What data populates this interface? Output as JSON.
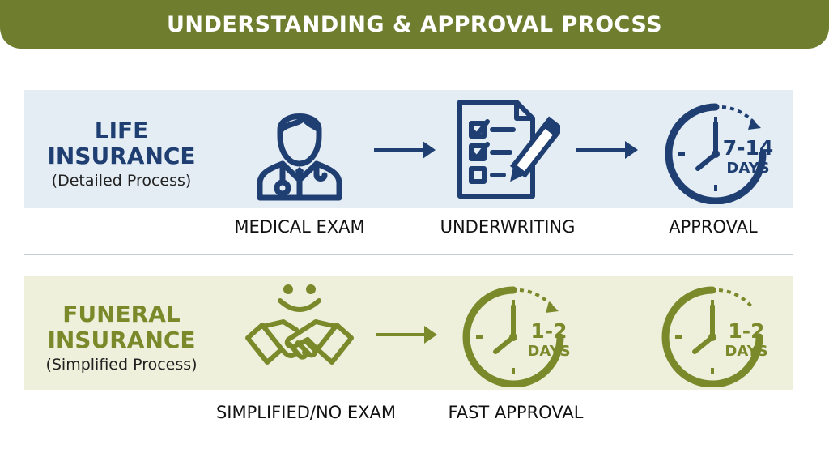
{
  "banner": {
    "title": "UNDERSTANDING & APPROVAL PROCSS"
  },
  "colors": {
    "banner": "#6f7d2f",
    "life": "#1f3f72",
    "funeral": "#7a8a2a",
    "life_band": "#e4ecf4",
    "funeral_band": "#eef0dc"
  },
  "life": {
    "title_line1": "LIFE",
    "title_line2": "INSURANCE",
    "subtitle": "(Detailed Process)",
    "steps": [
      {
        "label": "MEDICAL EXAM",
        "icon": "doctor-icon"
      },
      {
        "label": "UNDERWRITING",
        "icon": "checklist-icon"
      },
      {
        "label": "APPROVAL",
        "icon": "clock-icon"
      }
    ],
    "clock": {
      "line1": "7-14",
      "line2": "DAYS"
    }
  },
  "funeral": {
    "title_line1": "FUNERAL",
    "title_line2": "INSURANCE",
    "subtitle": "(Simplified Process)",
    "steps": [
      {
        "label": "SIMPLIFIED/NO EXAM",
        "icon": "handshake-icon"
      },
      {
        "label": "FAST APPROVAL",
        "icon": "clock-icon"
      }
    ],
    "clock1": {
      "line1": "1-2",
      "line2": "DAYS"
    },
    "clock2": {
      "line1": "1-2",
      "line2": "DAYS"
    }
  }
}
